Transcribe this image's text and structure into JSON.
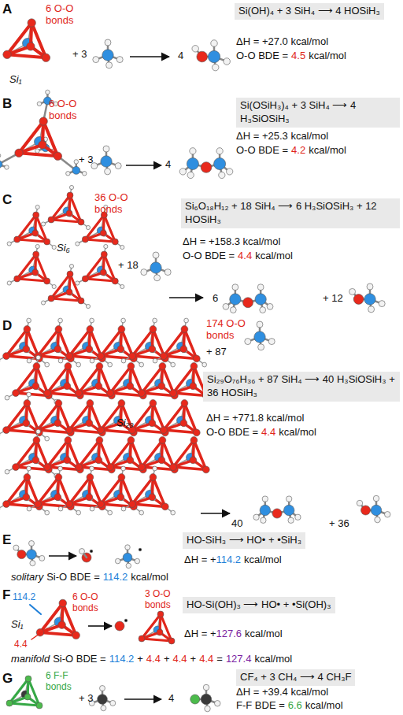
{
  "diagram": {
    "nodes": [
      {
        "text": [
          "Si(OH)₄ + 3 SiH₄ ⟶ 4 HOSiH₃"
        ]
      },
      {
        "text": [
          "Si(OSiH₃)₄ + 3 SiH₄ ⟶ 4 H₃SiOSiH₃"
        ]
      },
      {
        "text": [
          "Si₆O₁₈H₁₂ + 18 SiH₄ ⟶ 6 H₃SiOSiH₃ + 12 HOSiH₃"
        ]
      },
      {
        "text": [
          "Si₂₉O₇₆H₃₆ + 87 SiH₄ ⟶ 40 H₃SiOSiH₃ + 36 HOSiH₃"
        ]
      },
      {
        "text": [
          "HO-SiH₃ ⟶ HO• + •SiH₃"
        ]
      },
      {
        "text": [
          "HO-Si(OH)₃ ⟶ HO• + •Si(OH)₃"
        ]
      },
      {
        "text": [
          "CF₄ + 3 CH₄ ⟶ 4 CH₃F"
        ]
      }
    ],
    "labels": [
      "A",
      "6 O-O bonds",
      "Si₁",
      "+ 3",
      "4",
      "ΔH = +27.0 kcal/mol",
      "O-O BDE =",
      "4.5",
      "kcal/mol",
      "B",
      "6 O-O bonds",
      "+ 3",
      "4",
      "ΔH = +25.3 kcal/mol",
      "O-O BDE =",
      "4.2",
      "kcal/mol",
      "C",
      "36 O-O bonds",
      "Si₆",
      "+ 18",
      "ΔH = +158.3 kcal/mol",
      "O-O BDE =",
      "4.4",
      "kcal/mol",
      "6",
      "+ 12",
      "D",
      "174 O-O bonds",
      "+ 87",
      "Si₂₉",
      "ΔH = +771.8 kcal/mol",
      "O-O BDE =",
      "4.4",
      "kcal/mol",
      "40",
      "+ 36",
      "E",
      "ΔH = +",
      "114.2",
      "kcal/mol",
      "solitary",
      "Si-O BDE =",
      "114.2",
      "kcal/mol",
      "F",
      "114.2",
      "Si₁",
      "4.4",
      "6 O-O bonds",
      "3 O-O bonds",
      "ΔH = +",
      "127.6",
      "kcal/mol",
      "manifold",
      "Si-O BDE =",
      "114.2",
      "+",
      "4.4",
      "+",
      "4.4",
      "+",
      "4.4",
      "=",
      "127.4",
      "kcal/mol",
      "G",
      "6 F-F bonds",
      "+ 3",
      "4",
      "ΔH = +39.4 kcal/mol",
      "F-F BDE =",
      "6.6",
      "kcal/mol"
    ]
  }
}
